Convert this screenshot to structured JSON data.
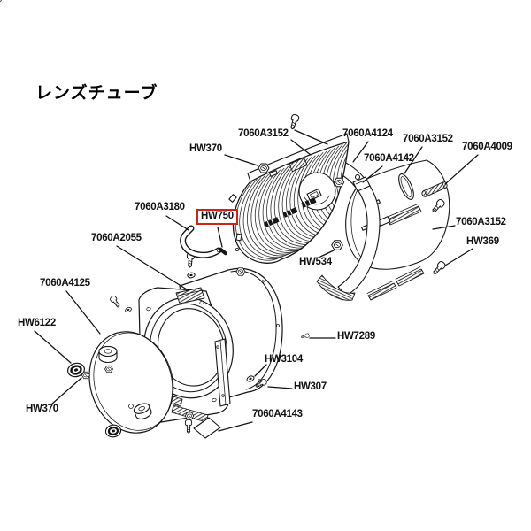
{
  "title": "レンズチューブ",
  "colors": {
    "line": "#151515",
    "background": "#ffffff",
    "highlight_box": "#c9251a"
  },
  "highlighted_part": "HW750",
  "parts": {
    "p3152a": "7060A3152",
    "hw370a": "HW370",
    "p4124": "7060A4124",
    "p3152b": "7060A3152",
    "p4142": "7060A4142",
    "p4009": "7060A4009",
    "p3180": "7060A3180",
    "hw750": "HW750",
    "p2055": "7060A2055",
    "p4125": "7060A4125",
    "hw6122": "HW6122",
    "hw370b": "HW370",
    "hw534": "HW534",
    "p3152c": "7060A3152",
    "hw369": "HW369",
    "hw7289": "HW7289",
    "hw3104": "HW3104",
    "hw307": "HW307",
    "p4143": "7060A4143"
  }
}
